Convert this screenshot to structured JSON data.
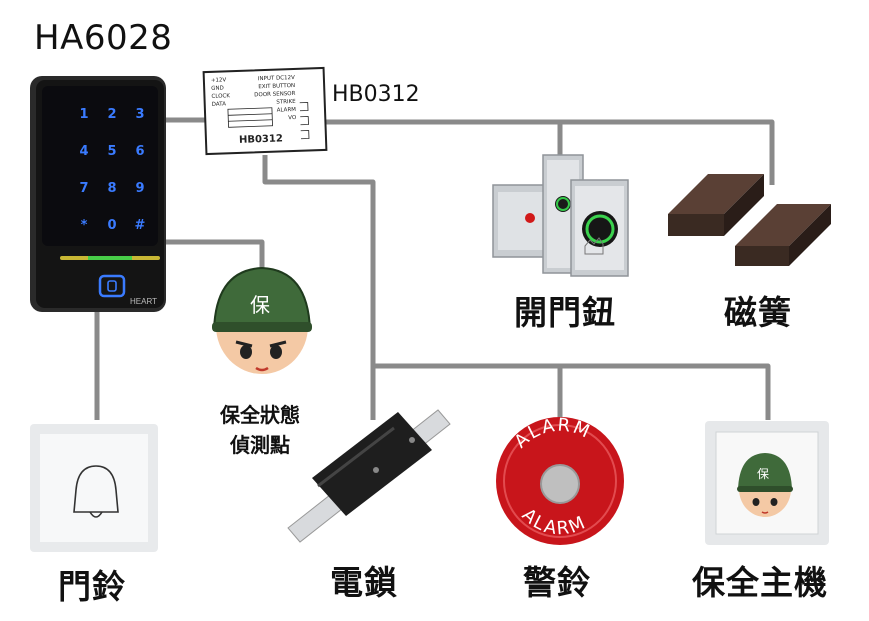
{
  "title": "HA6028",
  "controller": {
    "name": "HB0312",
    "board_label": "HB0312",
    "terminals_left": [
      "+12V",
      "GND",
      "CLOCK",
      "DATA"
    ],
    "terminals_right": [
      "INPUT DC12V",
      "EXIT BUTTON",
      "DOOR SENSOR",
      "STRIKE",
      "ALARM",
      "VO"
    ]
  },
  "keypad": {
    "keys": [
      "1",
      "2",
      "3",
      "4",
      "5",
      "6",
      "7",
      "8",
      "9",
      "*",
      "0",
      "#"
    ],
    "brand": "HEART"
  },
  "devices": {
    "exit_button": "開門鈕",
    "magnetic_sensor": "磁簧",
    "security_sensor_line1": "保全狀態",
    "security_sensor_line2": "偵測點",
    "doorbell": "門鈴",
    "electric_lock": "電鎖",
    "alarm_bell": "警鈴",
    "alarm_text": "ALARM",
    "security_host": "保全主機",
    "guard_char": "保"
  },
  "colors": {
    "wire": "#8a8a8a",
    "keypad_body": "#141414",
    "key_glow": "#3a7bff",
    "helmet": "#3f6a3a",
    "alarm_red": "#c8151b"
  }
}
